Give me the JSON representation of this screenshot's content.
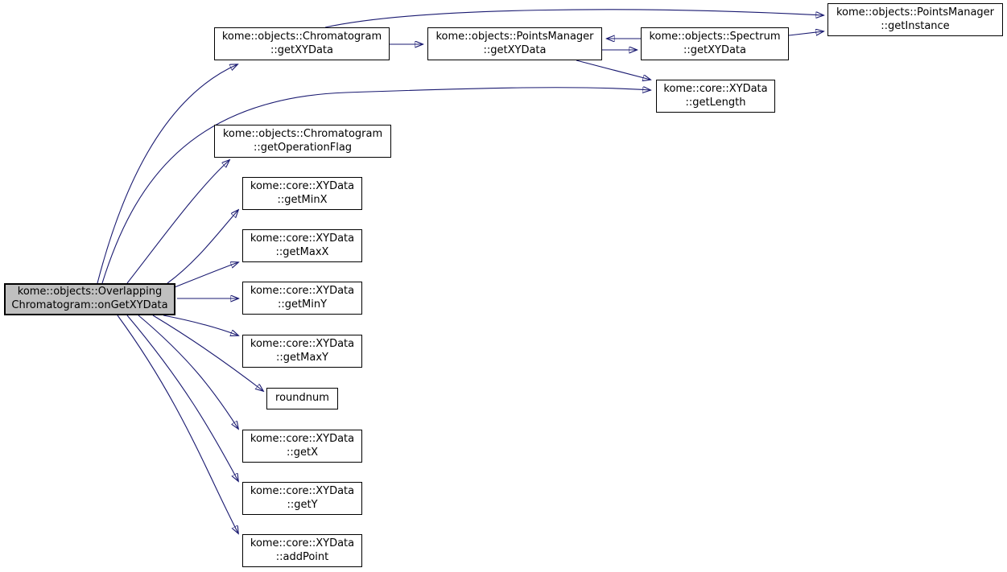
{
  "nodes": {
    "main": {
      "label": "kome::objects::Overlapping\nChromatogram::onGetXYData",
      "highlighted": true
    },
    "chromGetXYData": {
      "label": "kome::objects::Chromatogram\n::getXYData"
    },
    "pmGetXYData": {
      "label": "kome::objects::PointsManager\n::getXYData"
    },
    "specGetXYData": {
      "label": "kome::objects::Spectrum\n::getXYData"
    },
    "pmGetInstance": {
      "label": "kome::objects::PointsManager\n::getInstance"
    },
    "getLength": {
      "label": "kome::core::XYData\n::getLength"
    },
    "getOperationFlag": {
      "label": "kome::objects::Chromatogram\n::getOperationFlag"
    },
    "getMinX": {
      "label": "kome::core::XYData\n::getMinX"
    },
    "getMaxX": {
      "label": "kome::core::XYData\n::getMaxX"
    },
    "getMinY": {
      "label": "kome::core::XYData\n::getMinY"
    },
    "getMaxY": {
      "label": "kome::core::XYData\n::getMaxY"
    },
    "roundnum": {
      "label": "roundnum"
    },
    "getX": {
      "label": "kome::core::XYData\n::getX"
    },
    "getY": {
      "label": "kome::core::XYData\n::getY"
    },
    "addPoint": {
      "label": "kome::core::XYData\n::addPoint"
    }
  },
  "edges": [
    {
      "from": "main",
      "to": "chromGetXYData"
    },
    {
      "from": "main",
      "to": "getLength"
    },
    {
      "from": "main",
      "to": "getOperationFlag"
    },
    {
      "from": "main",
      "to": "getMinX"
    },
    {
      "from": "main",
      "to": "getMaxX"
    },
    {
      "from": "main",
      "to": "getMinY"
    },
    {
      "from": "main",
      "to": "getMaxY"
    },
    {
      "from": "main",
      "to": "roundnum"
    },
    {
      "from": "main",
      "to": "getX"
    },
    {
      "from": "main",
      "to": "getY"
    },
    {
      "from": "main",
      "to": "addPoint"
    },
    {
      "from": "chromGetXYData",
      "to": "pmGetXYData"
    },
    {
      "from": "chromGetXYData",
      "to": "pmGetInstance"
    },
    {
      "from": "pmGetXYData",
      "to": "specGetXYData"
    },
    {
      "from": "specGetXYData",
      "to": "pmGetXYData"
    },
    {
      "from": "pmGetXYData",
      "to": "getLength"
    },
    {
      "from": "specGetXYData",
      "to": "pmGetInstance"
    }
  ],
  "colors": {
    "edge": "#191970",
    "node_fill": "#ffffff",
    "node_border": "#000000",
    "main_node_fill": "#bfbfbf"
  }
}
